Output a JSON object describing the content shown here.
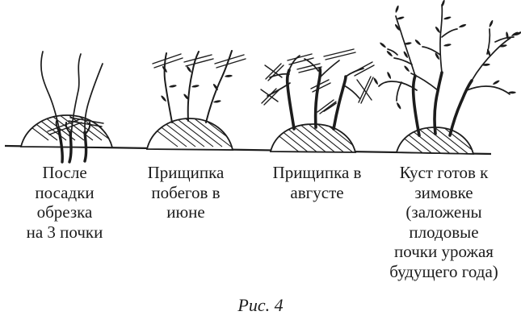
{
  "figure": {
    "background": "#ffffff",
    "ink_color": "#1c1c1c",
    "stages": [
      {
        "drawing": "pruned-young-bush-drawing",
        "caption": "После\nпосадки\nобрезка\nна 3 почки"
      },
      {
        "drawing": "leafy-shoots-pinched-bush-drawing",
        "caption": "Прищипка\nпобегов в\nиюне"
      },
      {
        "drawing": "branched-bush-pinched-drawing",
        "caption": "Прищипка в\nавгусте"
      },
      {
        "drawing": "budded-bush-ready-for-winter-drawing",
        "caption": "Куст готов к\nзимовке\n(заложены\nплодовые\nпочки урожая\nбудущего года)"
      }
    ],
    "label": "Рис. 4"
  }
}
